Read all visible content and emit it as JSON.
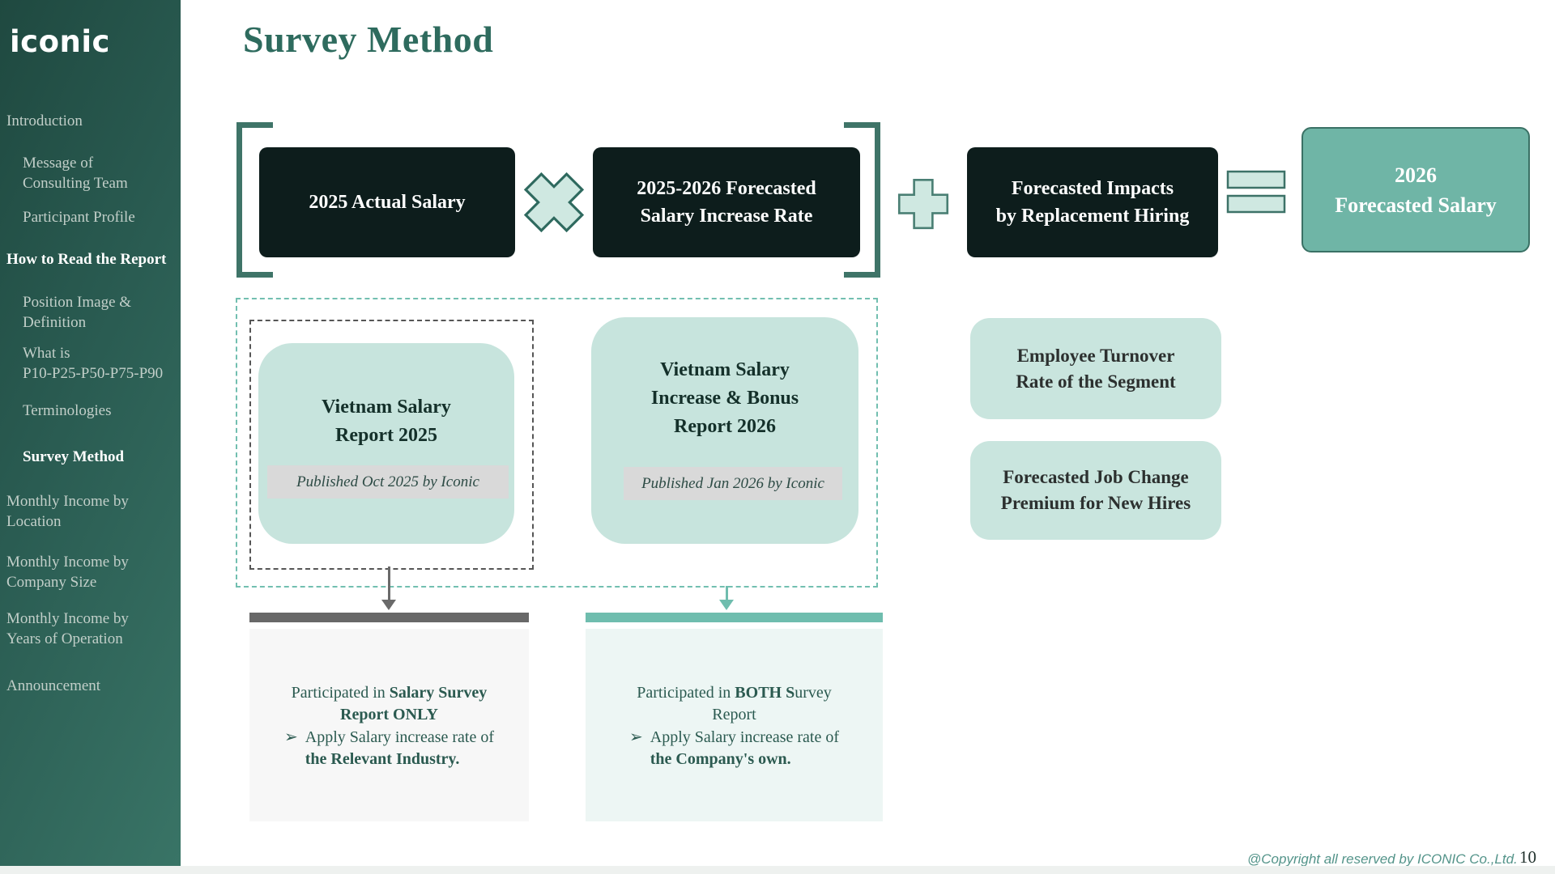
{
  "sidebar": {
    "logo": "iconic",
    "items": [
      {
        "label": "Introduction"
      },
      {
        "label": "Message of\nConsulting Team"
      },
      {
        "label": "Participant Profile"
      },
      {
        "label": "How to Read the Report"
      },
      {
        "label": "Position Image &\nDefinition"
      },
      {
        "label": "What is\nP10-P25-P50-P75-P90"
      },
      {
        "label": "Terminologies"
      },
      {
        "label": "Survey Method"
      },
      {
        "label": "Monthly Income by\nLocation"
      },
      {
        "label": "Monthly Income by\nCompany Size"
      },
      {
        "label": "Monthly Income by\nYears of Operation"
      },
      {
        "label": "Announcement"
      }
    ]
  },
  "header": {
    "title": "Survey Method"
  },
  "flow": {
    "actual_salary": "2025 Actual Salary",
    "increase_rate": "2025-2026 Forecasted\nSalary Increase Rate",
    "impacts": "Forecasted Impacts\nby Replacement Hiring",
    "result": "2026\nForecasted Salary"
  },
  "reports": {
    "report1": {
      "title": "Vietnam Salary\nReport 2025",
      "published": "Published Oct 2025 by Iconic"
    },
    "report2": {
      "title": "Vietnam Salary\nIncrease & Bonus\nReport 2026",
      "published": "Published Jan 2026 by Iconic"
    }
  },
  "factors": {
    "turnover": "Employee Turnover\nRate of the Segment",
    "premium": "Forecasted Job Change\nPremium for New Hires"
  },
  "participation": {
    "left": {
      "intro": "Participated in ",
      "intro_bold": "Salary Survey",
      "intro_bold2": "Report ONLY",
      "bullet": "➢",
      "point": "Apply Salary increase rate of",
      "point_bold": "the Relevant Industry."
    },
    "right": {
      "intro": "Participated in ",
      "intro_bold": "BOTH S",
      "intro_tail": "urvey",
      "line2": "Report",
      "bullet": "➢",
      "point": "Apply Salary increase rate of",
      "point_bold": "the Company's own."
    }
  },
  "footer": {
    "copyright": "@Copyright all reserved by ICONIC Co.,Ltd.",
    "page_number": "10"
  },
  "colors": {
    "accent_teal": "#3f7468",
    "dark_box": "#0d1d1c",
    "mint": "#c7e4dd",
    "result_box": "#6fb5a6",
    "gray_bar": "#686868",
    "teal_bar": "#6fbdae"
  }
}
